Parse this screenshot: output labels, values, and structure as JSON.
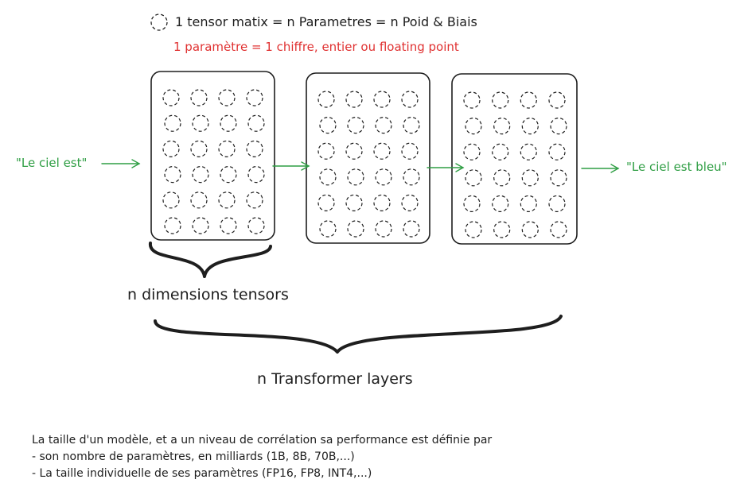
{
  "legend": {
    "icon": "dashed-circle-icon",
    "text": "1 tensor matix = n Parametres = n Poid & Biais"
  },
  "note": {
    "text": "1 paramètre = 1 chiffre, entier ou floating point",
    "color": "#e03131"
  },
  "flow": {
    "input": "\"Le ciel est\"",
    "output": "\"Le ciel est bleu\"",
    "color": "#2f9e44"
  },
  "tensors": {
    "count": 3,
    "rows": 6,
    "cols": 4
  },
  "labels": {
    "dimensions": "n dimensions tensors",
    "layers": "n Transformer layers"
  },
  "description": {
    "lines": [
      "La taille d'un modèle, et a un niveau de corrélation sa performance est définie par",
      "- son nombre de paramètres, en milliards (1B, 8B, 70B,...)",
      "- La taille individuelle de ses paramètres (FP16, FP8, INT4,...)"
    ]
  }
}
